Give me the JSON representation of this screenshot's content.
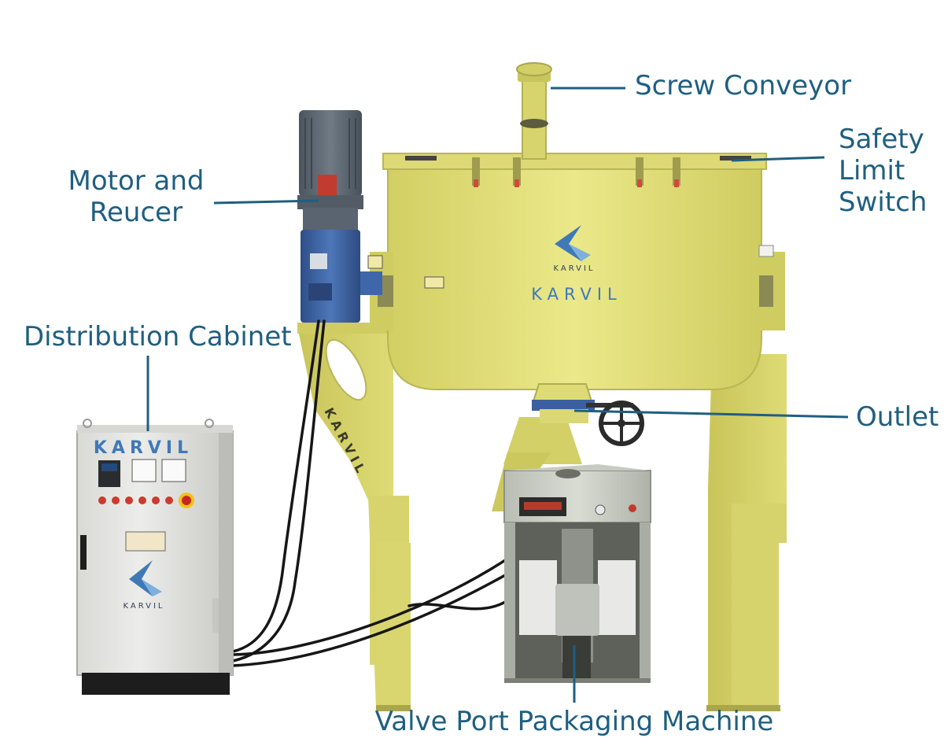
{
  "labels": {
    "screw_conveyor": "Screw Conveyor",
    "motor_line1": "Motor and",
    "motor_line2": "Reucer",
    "safety_line1": "Safety",
    "safety_line2": "Limit",
    "safety_line3": "Switch",
    "distribution_cabinet": "Distribution Cabinet",
    "outlet": "Outlet",
    "valve_port": "Valve Port Packaging Machine"
  },
  "branding": {
    "cabinet_logo_text": "KARVIL",
    "cabinet_emblem_text": "KARVIL",
    "mixer_emblem_text": "KARVIL",
    "mixer_brand_text": "KARVIL",
    "leg_brand_text": "KARVIL"
  },
  "colors": {
    "label_text": "#1f5f80",
    "leader_line": "#1f5f80",
    "machine_yellow": "#e2e07a",
    "motor_gray": "#5f6973",
    "reducer_blue": "#3f66a8",
    "cabinet_gray": "#e6e7e3",
    "brand_blue": "#3f79b8"
  }
}
